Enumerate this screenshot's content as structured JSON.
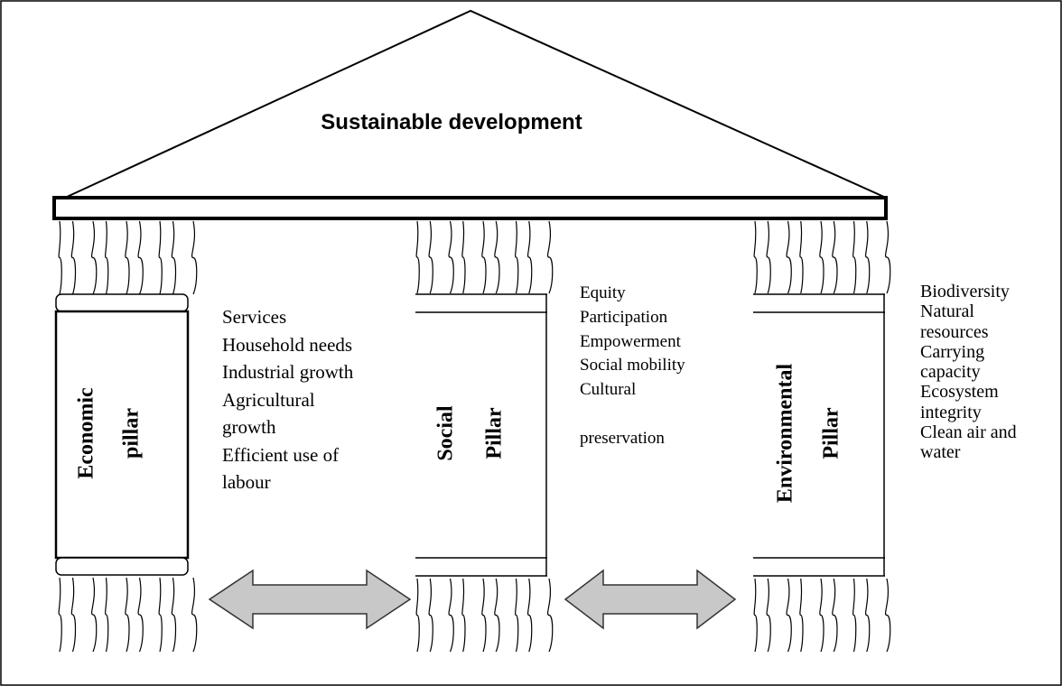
{
  "title": "Sustainable development",
  "pillars": [
    {
      "line1": "Economic",
      "line2": "pillar"
    },
    {
      "line1": "Social",
      "line2": "Pillar"
    },
    {
      "line1": "Environmental",
      "line2": "Pillar"
    }
  ],
  "lists": {
    "economic": [
      "Services",
      "Household needs",
      "Industrial growth",
      "Agricultural",
      "growth",
      "Efficient use of",
      "labour"
    ],
    "social": [
      "Equity",
      "Participation",
      "Empowerment",
      "Social mobility",
      "Cultural",
      "",
      "preservation"
    ],
    "environmental": [
      "Biodiversity",
      "Natural",
      "resources",
      "Carrying",
      "capacity",
      "Ecosystem",
      "integrity",
      "Clean air and",
      "water"
    ]
  },
  "colors": {
    "arrow_fill": "#c8c8c8",
    "stroke": "#000000",
    "border": "#000000"
  }
}
